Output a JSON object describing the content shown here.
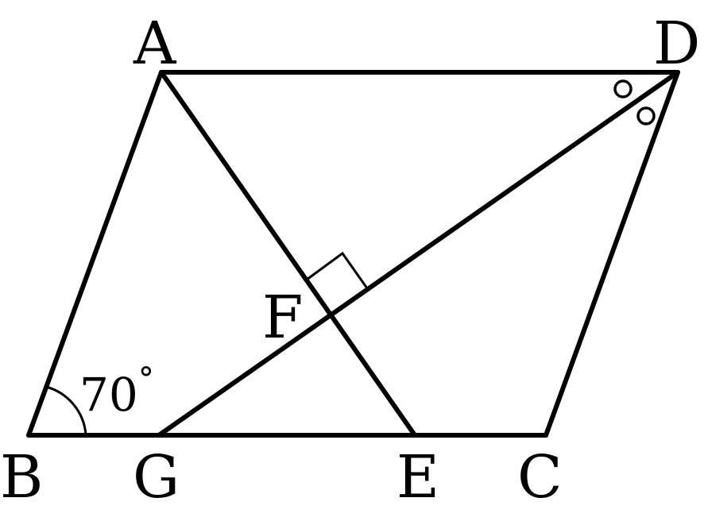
{
  "diagram": {
    "labels": {
      "A": "A",
      "B": "B",
      "C": "C",
      "D": "D",
      "E": "E",
      "F": "F",
      "G": "G"
    },
    "angle_B": "70",
    "degree_symbol": "°"
  }
}
